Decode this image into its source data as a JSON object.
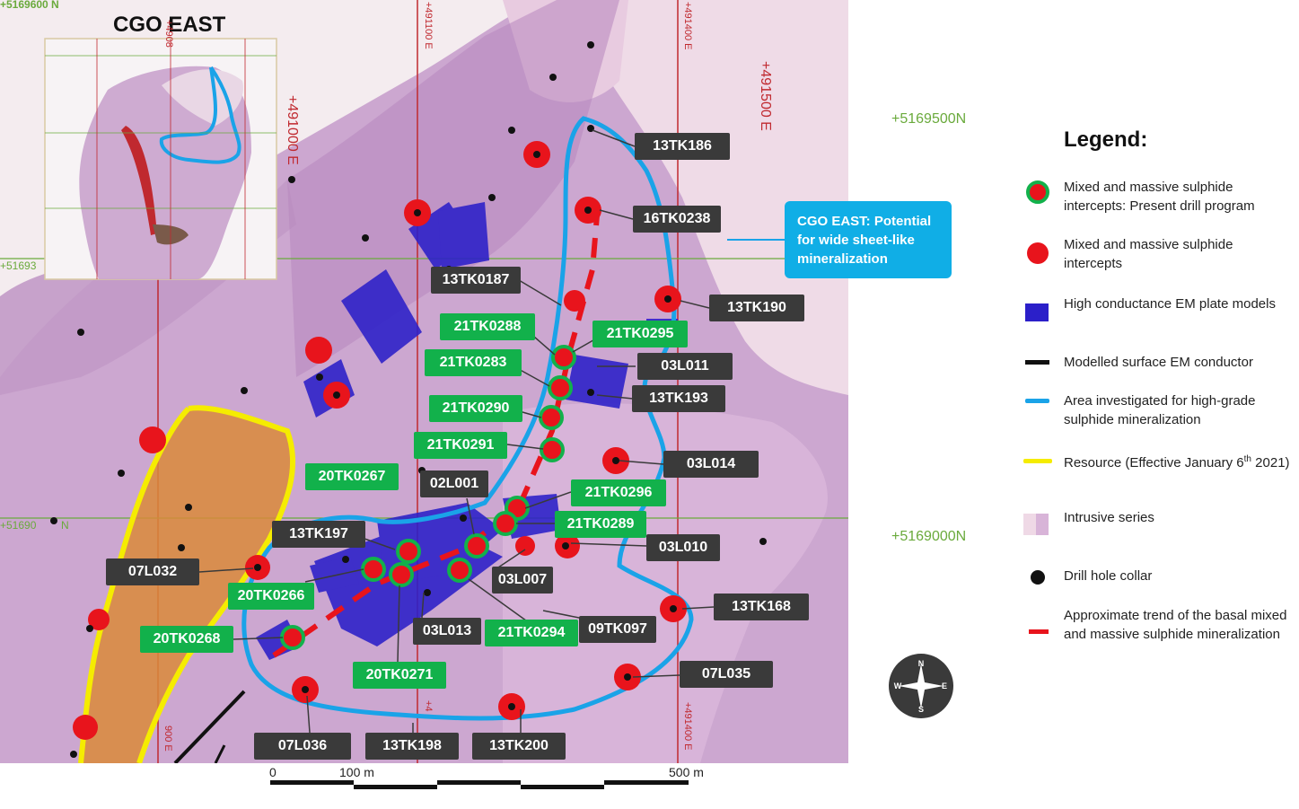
{
  "map": {
    "inset_title": "CGO EAST",
    "top_left_coord": "+5169600 N",
    "coord_labels": {
      "n_5169500": "+5169500N",
      "n_5169000": "+5169000N",
      "left_5169300": "+51693",
      "left_5169000": "+51690",
      "left_5169000_tail": "N",
      "e_491000": "+491000 E",
      "e_491500": "+491500 E",
      "e_491100": "+491100 E",
      "e_491400": "+491400 E",
      "e_491400_bottom": "+491400 E",
      "e_490800_top": "+4908",
      "e_490800_bottom": "900 E",
      "e_491100_bottom": "+4"
    },
    "callout_text": "CGO EAST: Potential for wide sheet-like mineralization",
    "drill_labels": {
      "l13TK186": "13TK186",
      "l16TK0238": "16TK0238",
      "l13TK0187": "13TK0187",
      "l13TK190": "13TK190",
      "l21TK0288": "21TK0288",
      "l21TK0295": "21TK0295",
      "l21TK0283": "21TK0283",
      "l03L011": "03L011",
      "l13TK193": "13TK193",
      "l21TK0290": "21TK0290",
      "l21TK0291": "21TK0291",
      "l03L014": "03L014",
      "l20TK0267": "20TK0267",
      "l02L001": "02L001",
      "l21TK0296": "21TK0296",
      "l21TK0289": "21TK0289",
      "l13TK197": "13TK197",
      "l03L010": "03L010",
      "l07L032": "07L032",
      "l03L007": "03L007",
      "l20TK0266": "20TK0266",
      "l13TK168": "13TK168",
      "l09TK097": "09TK097",
      "l03L013": "03L013",
      "l21TK0294": "21TK0294",
      "l20TK0268": "20TK0268",
      "l20TK0271": "20TK0271",
      "l07L035": "07L035",
      "l07L036": "07L036",
      "l13TK198": "13TK198",
      "l13TK200": "13TK200"
    },
    "scale": {
      "zero": "0",
      "hundred": "100 m",
      "five_hundred": "500 m"
    },
    "compass": {
      "n": "N",
      "s": "S",
      "e": "E",
      "w": "W"
    }
  },
  "legend": {
    "title": "Legend:",
    "items": [
      {
        "label": "Mixed and massive sulphide intercepts: Present drill program",
        "icon": "green-ringed-red-dot"
      },
      {
        "label": "Mixed and massive sulphide intercepts",
        "icon": "red-dot"
      },
      {
        "label": "High conductance EM plate models",
        "icon": "blue-square"
      },
      {
        "label": "Modelled surface EM conductor",
        "icon": "black-line"
      },
      {
        "label": "Area investigated for high-grade sulphide mineralization",
        "icon": "blue-line"
      },
      {
        "label_pre": "Resource (Effective January 6",
        "label_sup": "th",
        "label_post": " 2021)",
        "icon": "yellow-line"
      },
      {
        "label": "Intrusive series",
        "icon": "pink-swatch"
      },
      {
        "label": "Drill hole collar",
        "icon": "black-dot"
      },
      {
        "label": "Approximate trend of the basal mixed and massive sulphide mineralization",
        "icon": "red-dashed-line"
      }
    ]
  },
  "colors": {
    "intrusive_dark": "#c79cc9",
    "intrusive_light": "#efd9e6",
    "em_plate": "#2b1fc9",
    "area_line": "#1aa3e8",
    "resource": "#f5ec00",
    "present_ring": "#12b14b",
    "intercept": "#e8141c",
    "callout": "#10aee6",
    "grid_green": "#6aaa3c",
    "grid_red": "#c0292f"
  }
}
